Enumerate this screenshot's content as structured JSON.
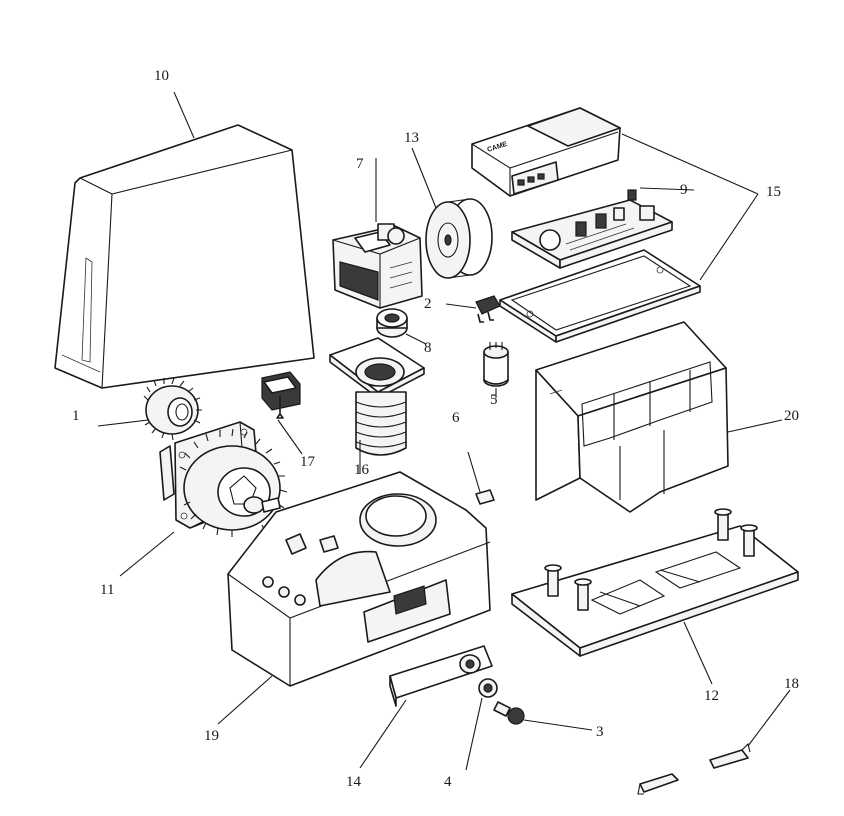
{
  "diagram": {
    "brand_mark": "CAME",
    "callouts": [
      {
        "id": "1",
        "label": "1"
      },
      {
        "id": "2",
        "label": "2"
      },
      {
        "id": "3",
        "label": "3"
      },
      {
        "id": "4",
        "label": "4"
      },
      {
        "id": "5",
        "label": "5"
      },
      {
        "id": "6",
        "label": "6"
      },
      {
        "id": "7",
        "label": "7"
      },
      {
        "id": "8",
        "label": "8"
      },
      {
        "id": "9",
        "label": "9"
      },
      {
        "id": "10",
        "label": "10"
      },
      {
        "id": "11",
        "label": "11"
      },
      {
        "id": "12",
        "label": "12"
      },
      {
        "id": "13",
        "label": "13"
      },
      {
        "id": "14",
        "label": "14"
      },
      {
        "id": "15",
        "label": "15"
      },
      {
        "id": "16",
        "label": "16"
      },
      {
        "id": "17",
        "label": "17"
      },
      {
        "id": "18",
        "label": "18"
      },
      {
        "id": "19",
        "label": "19"
      },
      {
        "id": "20",
        "label": "20"
      }
    ]
  }
}
